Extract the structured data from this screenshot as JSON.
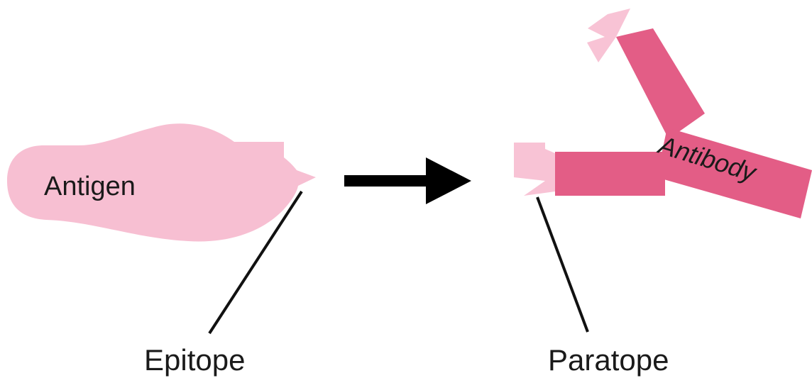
{
  "labels": {
    "antigen": "Antigen",
    "epitope": "Epitope",
    "paratope": "Paratope",
    "antibody": "Antibody"
  },
  "colors": {
    "antigen_fill": "#f7bfd2",
    "antibody_dark": "#e35d86",
    "antibody_light": "#f8c3d5",
    "arrow": "#000000",
    "leader_line": "#111111",
    "text": "#1a1a1a"
  }
}
